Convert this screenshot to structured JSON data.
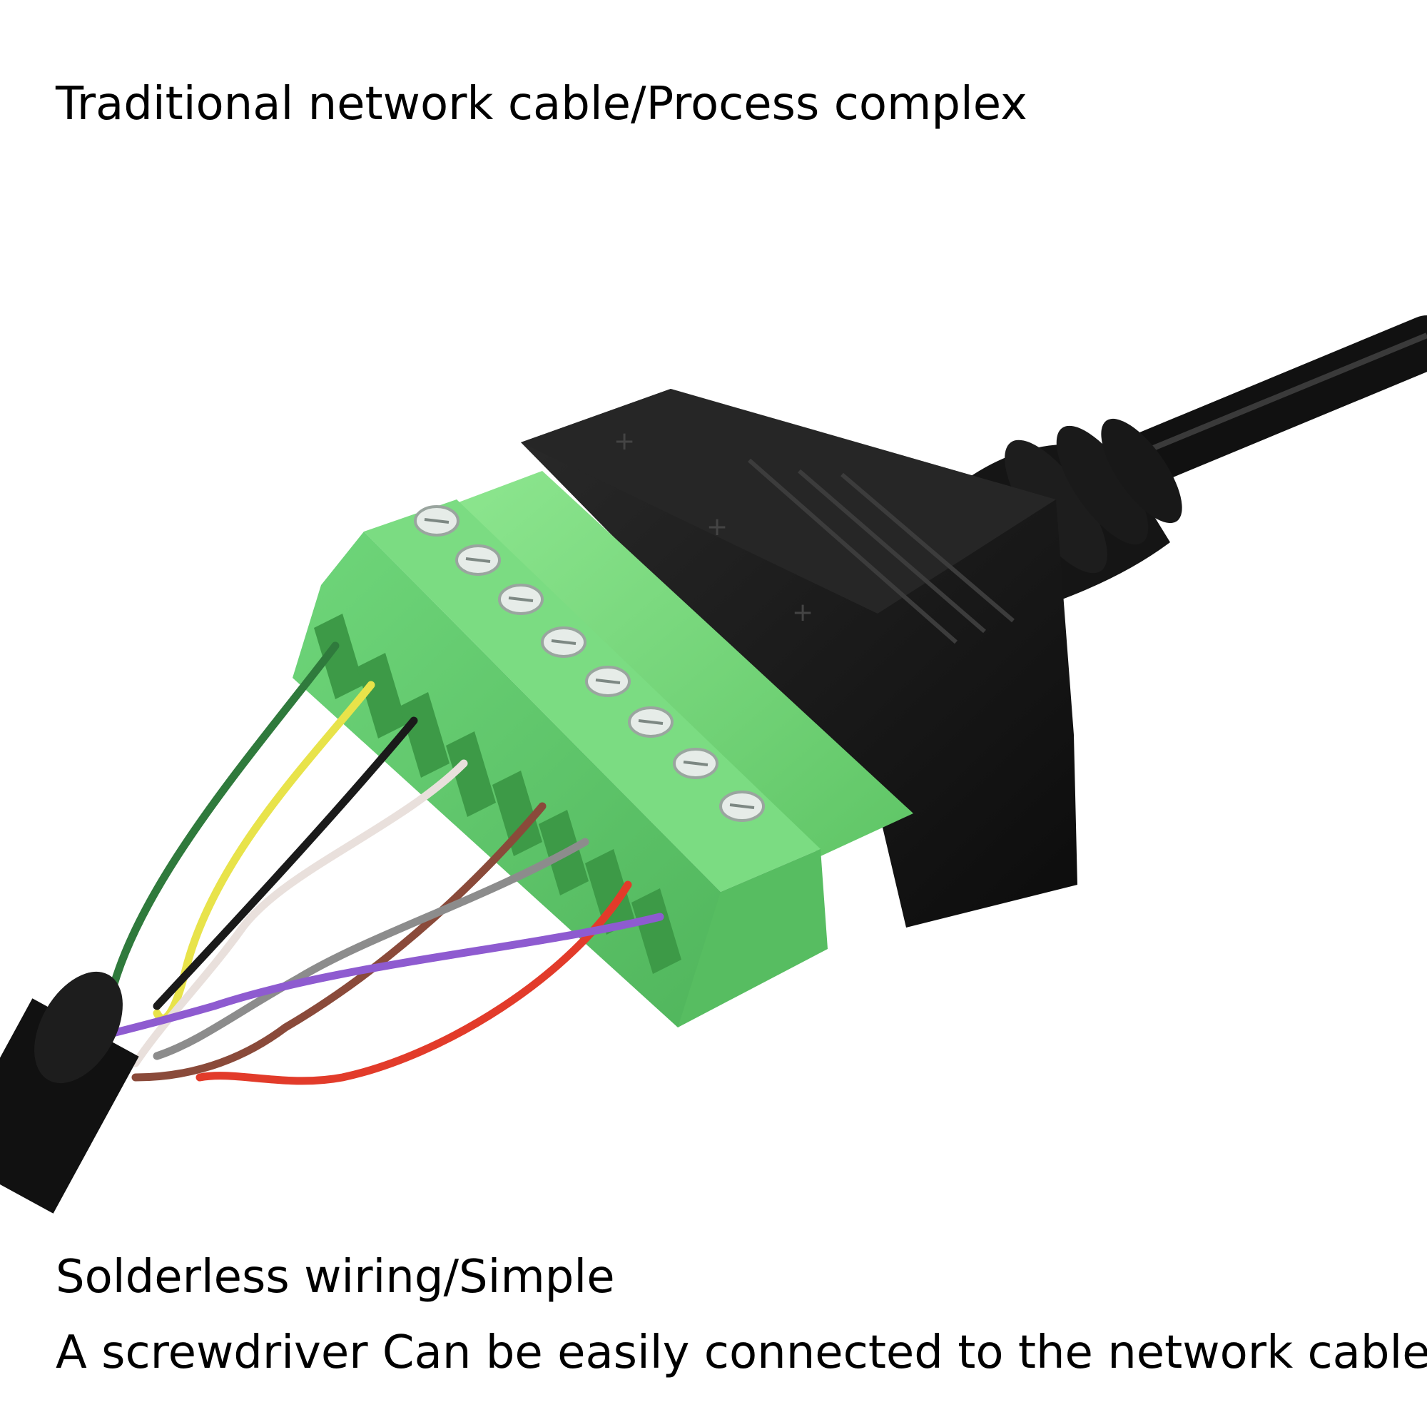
{
  "captions": {
    "top": "Traditional network cable/Process complex",
    "bottom_line_1": "Solderless wiring/Simple",
    "bottom_line_2": "A screwdriver Can be easily connected to the network cable."
  },
  "photo": {
    "subject": "RJ45 network cable to 8-pin screw terminal block adapter",
    "colors": {
      "terminal_block": "#6fd67a",
      "housing": "#111111",
      "wires": [
        "#2f7a3c",
        "#e8e34a",
        "#1a1a1a",
        "#e9e0dc",
        "#8a4a3a",
        "#8c8c8c",
        "#e23b2a",
        "#8e5bd0"
      ]
    }
  }
}
